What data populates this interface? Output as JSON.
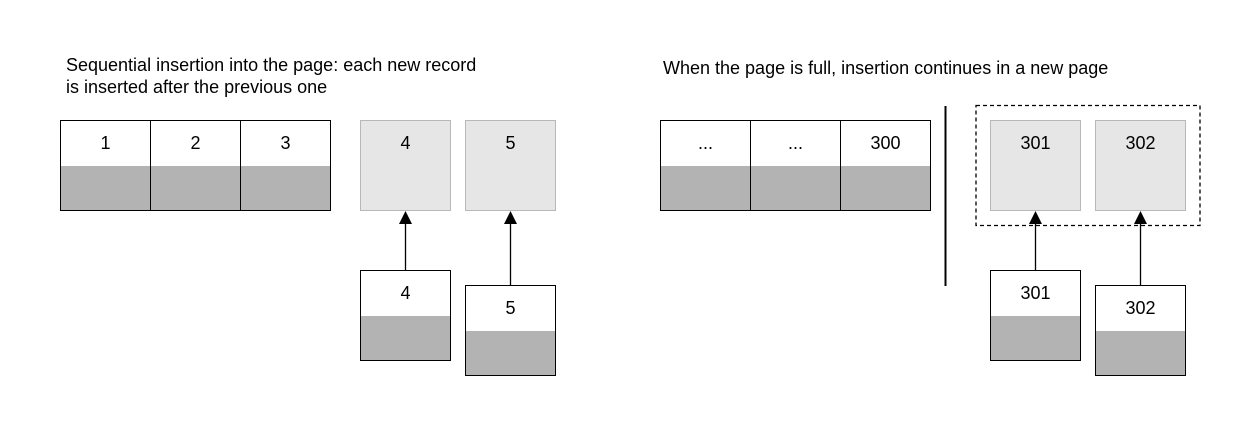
{
  "captions": {
    "left_line1": "Sequential insertion into the page: each new record",
    "left_line2": "is inserted after the previous one",
    "right": "When the page is full, insertion continues in a new page"
  },
  "left": {
    "page_records": [
      "1",
      "2",
      "3"
    ],
    "slot_records": [
      "4",
      "5"
    ],
    "new_records": [
      "4",
      "5"
    ]
  },
  "right": {
    "page_records": [
      "...",
      "...",
      "300"
    ],
    "new_page_slots": [
      "301",
      "302"
    ],
    "new_records": [
      "301",
      "302"
    ]
  },
  "colors": {
    "record_fill": "#b3b3b3",
    "slot_fill": "#e6e6e6",
    "stroke": "#000000"
  }
}
